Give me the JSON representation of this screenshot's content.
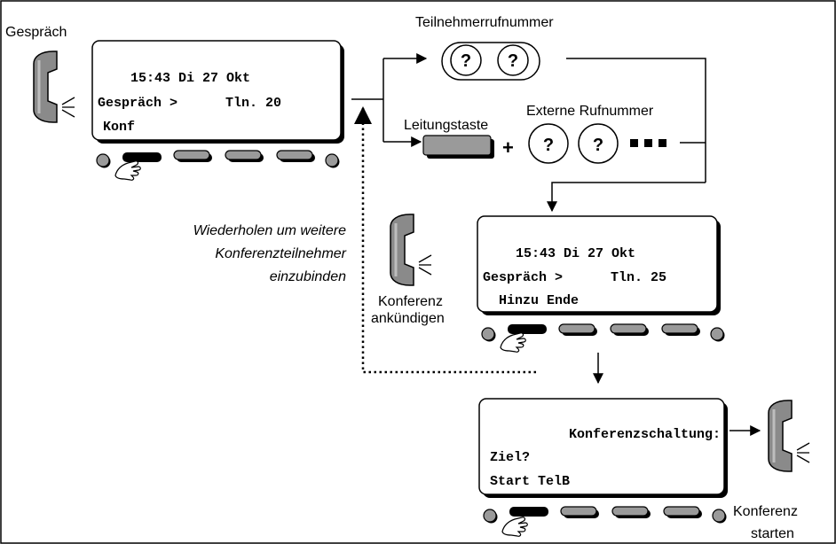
{
  "call_label": "Gespräch",
  "display1": {
    "line1": "15:43 Di 27 Okt",
    "line2": "Gespräch >      Tln. 20",
    "line3": "Konf"
  },
  "subscriber_number_label": "Teilnehmerrufnummer",
  "line_key_label": "Leitungstaste",
  "external_number_label": "Externe Rufnummer",
  "plus_sign": "+",
  "question_mark": "?",
  "repeat_note": [
    "Wiederholen um weitere",
    "Konferenzteilnehmer",
    "einzubinden"
  ],
  "announce_label": [
    "Konferenz",
    "ankündigen"
  ],
  "display2": {
    "line1": "15:43 Di 27 Okt",
    "line2": "Gespräch >      Tln. 25",
    "line3": "Hinzu Ende"
  },
  "display3": {
    "line1": "Konferenzschaltung:",
    "line2": "Ziel?",
    "line3": "Start TelB"
  },
  "start_label": [
    "Konferenz",
    "starten"
  ]
}
